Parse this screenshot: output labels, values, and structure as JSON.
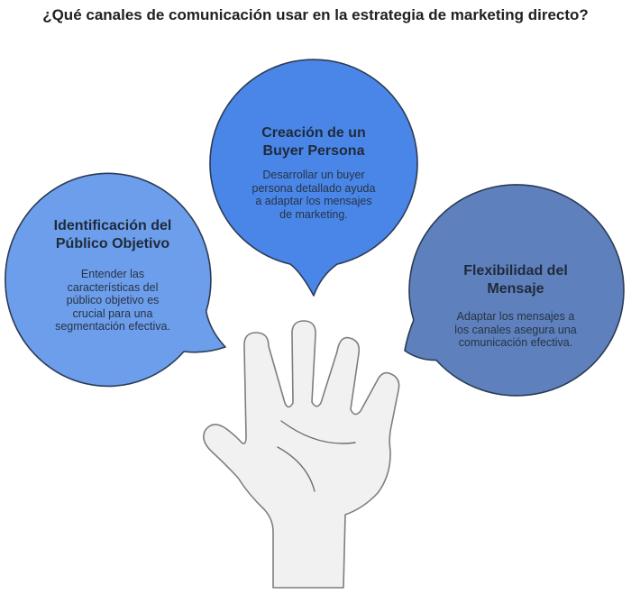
{
  "title": "¿Qué canales de comunicación usar en la estrategia de marketing directo?",
  "bubbles": [
    {
      "id": "identificacion-publico-objetivo",
      "heading": "Identificación del\nPúblico Objetivo",
      "body": "Entender las\ncaracterísticas del\npúblico objetivo es\ncrucial para una\nsegmentación efectiva.",
      "fill": "#6d9eeb",
      "tail_direction": "right-toward-hand"
    },
    {
      "id": "creacion-buyer-persona",
      "heading": "Creación de un\nBuyer Persona",
      "body": "Desarrollar un buyer\npersona detallado ayuda\na adaptar los mensajes\nde marketing.",
      "fill": "#4a86e8",
      "tail_direction": "down-toward-hand"
    },
    {
      "id": "flexibilidad-mensaje",
      "heading": "Flexibilidad del\nMensaje",
      "body": "Adaptar los mensajes a\nlos canales asegura una\ncomunicación efectiva.",
      "fill": "#5e80bd",
      "tail_direction": "left-toward-hand"
    }
  ],
  "hand_icon": "open-hand-palm",
  "colors": {
    "background": "#ffffff",
    "title_text": "#212121",
    "bubble_border": "#2b3b55",
    "heading_text": "#1f2a3a",
    "body_text": "#273345",
    "hand_fill": "#f1f1f1",
    "hand_stroke": "#7e7e7e"
  }
}
